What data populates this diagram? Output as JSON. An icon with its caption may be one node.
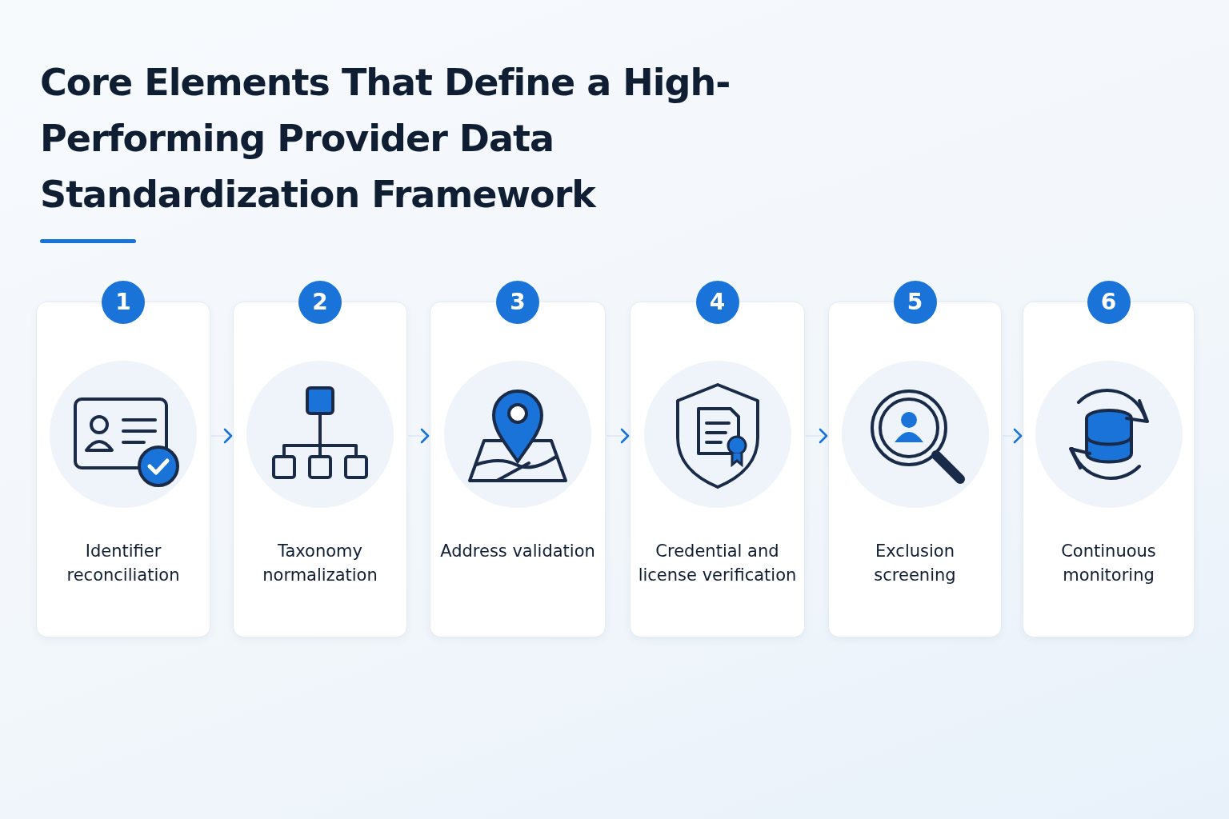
{
  "diagram": {
    "title": "Core Elements That Define a High-Performing Provider Data Standardization Framework",
    "nodes": [
      {
        "text": [
          "1",
          "Identifier reconciliation"
        ]
      },
      {
        "text": [
          "2",
          "Taxonomy normalization"
        ]
      },
      {
        "text": [
          "3",
          "Address validation"
        ]
      },
      {
        "text": [
          "4",
          "Credential and license verification"
        ]
      },
      {
        "text": [
          "5",
          "Exclusion screening"
        ]
      },
      {
        "text": [
          "6",
          "Continuous monitoring"
        ]
      }
    ],
    "edges": [
      {
        "from": 0,
        "to": 1,
        "arrow": "to"
      },
      {
        "from": 1,
        "to": 2,
        "arrow": "to"
      },
      {
        "from": 2,
        "to": 3,
        "arrow": "to"
      },
      {
        "from": 3,
        "to": 4,
        "arrow": "to"
      },
      {
        "from": 4,
        "to": 5,
        "arrow": "to"
      }
    ]
  }
}
